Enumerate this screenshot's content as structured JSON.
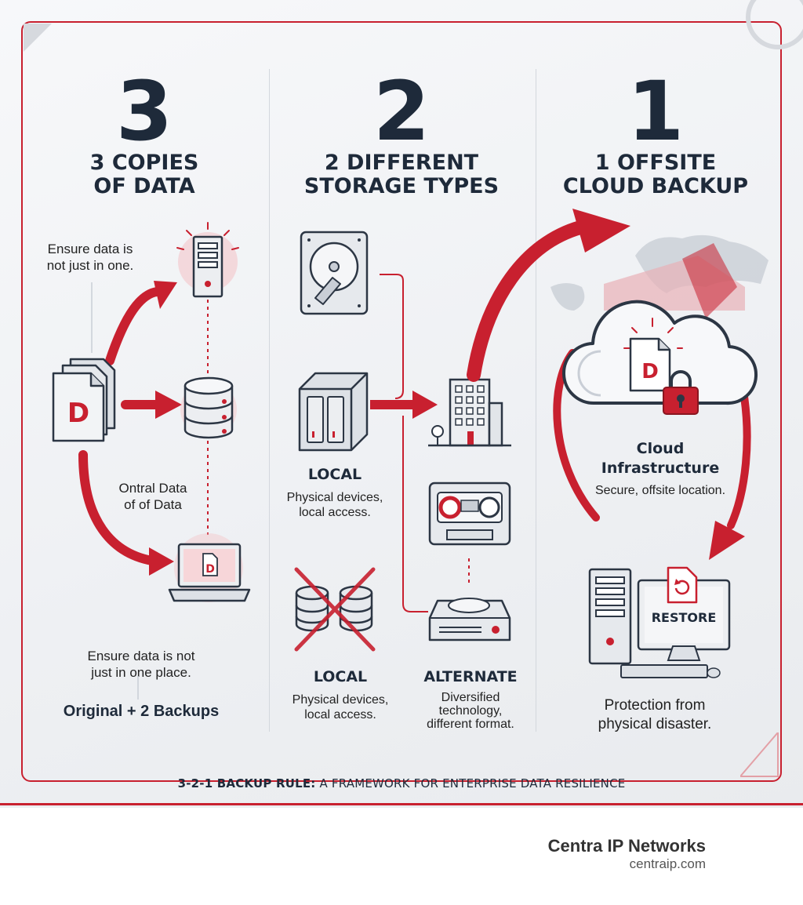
{
  "columns": [
    {
      "number": "3",
      "title_line1": "3 COPIES",
      "title_line2": "OF DATA",
      "note_top_line1": "Ensure data is",
      "note_top_line2": "not just in one.",
      "note_mid_line1": "Ontral Data",
      "note_mid_line2": "of of Data",
      "note_bottom_line1": "Ensure data is not",
      "note_bottom_line2": "just in one place.",
      "summary": "Original + 2 Backups"
    },
    {
      "number": "2",
      "title_line1": "2 DIFFERENT",
      "title_line2": "STORAGE TYPES",
      "local_a_label": "LOCAL",
      "local_a_desc_line1": "Physical devices,",
      "local_a_desc_line2": "local access.",
      "local_b_label": "LOCAL",
      "local_b_desc_line1": "Physical devices,",
      "local_b_desc_line2": "local access.",
      "alternate_label": "ALTERNATE",
      "alternate_desc_line1": "Diversified",
      "alternate_desc_line2": "technology,",
      "alternate_desc_line3": "different format."
    },
    {
      "number": "1",
      "title_line1": "1 OFFSITE",
      "title_line2": "CLOUD BACKUP",
      "cloud_label_line1": "Cloud",
      "cloud_label_line2": "Infrastructure",
      "cloud_desc": "Secure, offsite location.",
      "restore_label": "RESTORE",
      "protection_line1": "Protection from",
      "protection_line2": "physical disaster."
    }
  ],
  "doc_logo_letter": "D",
  "footer": {
    "bold": "3-2-1 BACKUP RULE:",
    "rest": " A FRAMEWORK FOR ENTERPRISE DATA RESILIENCE"
  },
  "brand": {
    "name": "Centra IP Networks",
    "url": "centraip.com"
  },
  "colors": {
    "accent_red": "#c8202f",
    "navy": "#1e2a3a",
    "icon_gray": "#c9ced6"
  },
  "icons": [
    "document-icon",
    "server-tower-icon",
    "database-icon",
    "laptop-icon",
    "hard-drive-icon",
    "nas-icon",
    "building-icon",
    "tape-drive-icon",
    "disk-drive-icon",
    "cloud-icon",
    "lock-icon",
    "world-map-icon",
    "desktop-computer-icon"
  ]
}
